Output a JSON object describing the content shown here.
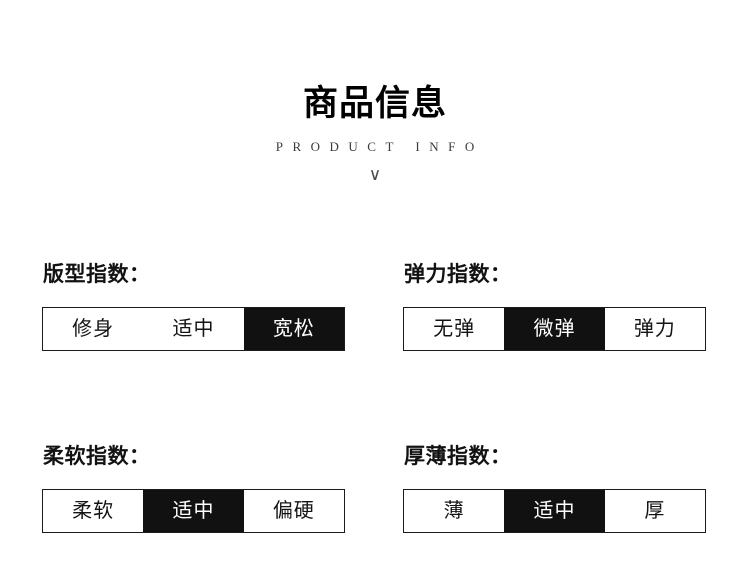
{
  "header": {
    "title": "商品信息",
    "subtitle": "PRODUCT INFO",
    "chevron": "∨"
  },
  "specs": [
    {
      "label": "版型指数：",
      "options": [
        {
          "text": "修身",
          "selected": false
        },
        {
          "text": "适中",
          "selected": false
        },
        {
          "text": "宽松",
          "selected": true
        }
      ]
    },
    {
      "label": "弹力指数：",
      "options": [
        {
          "text": "无弹",
          "selected": false
        },
        {
          "text": "微弹",
          "selected": true
        },
        {
          "text": "弹力",
          "selected": false
        }
      ]
    },
    {
      "label": "柔软指数：",
      "options": [
        {
          "text": "柔软",
          "selected": false
        },
        {
          "text": "适中",
          "selected": true
        },
        {
          "text": "偏硬",
          "selected": false
        }
      ]
    },
    {
      "label": "厚薄指数：",
      "options": [
        {
          "text": "薄",
          "selected": false
        },
        {
          "text": "适中",
          "selected": true
        },
        {
          "text": "厚",
          "selected": false
        }
      ]
    }
  ],
  "colors": {
    "background": "#ffffff",
    "text": "#111111",
    "selected_background": "#111111",
    "selected_text": "#ffffff",
    "border": "#1b1b1b",
    "subtitle_text": "#3b3b3b"
  }
}
